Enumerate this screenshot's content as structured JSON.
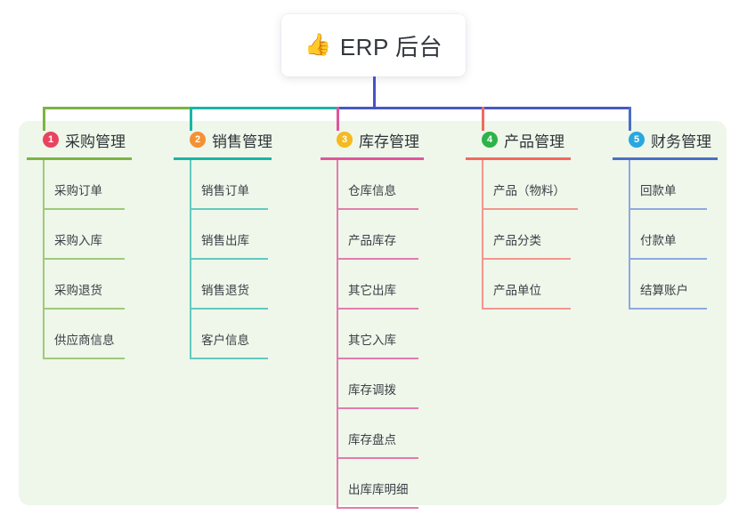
{
  "title": {
    "icon": "thumbs-up-icon",
    "icon_glyph": "👍",
    "text": "ERP 后台"
  },
  "colors": {
    "panel_bg": "#eef7ea",
    "page_bg": "#ffffff",
    "stem_indigo": "#4a52c4",
    "bus_green": "#7cb442",
    "bus_teal": "#19b6a4",
    "bus_blue": "#4a58c0",
    "badge_1": "#e8445f",
    "badge_2": "#f59133",
    "badge_3": "#f5b921",
    "badge_4": "#2eb34a",
    "badge_5": "#29a7e0",
    "rule_1": "#7cb442",
    "rule_2": "#19b6a4",
    "rule_3": "#e0559c",
    "rule_4": "#f3695e",
    "rule_5": "#4a6fc4"
  },
  "columns": [
    {
      "number": "1",
      "label": "采购管理",
      "badge_color": "#e8445f",
      "rule_color": "#7cb442",
      "leaf_color": "#9ec97a",
      "items": [
        {
          "label": "采购订单"
        },
        {
          "label": "采购入库"
        },
        {
          "label": "采购退货"
        },
        {
          "label": "供应商信息"
        }
      ]
    },
    {
      "number": "2",
      "label": "销售管理",
      "badge_color": "#f59133",
      "rule_color": "#19b6a4",
      "leaf_color": "#63c9bf",
      "items": [
        {
          "label": "销售订单"
        },
        {
          "label": "销售出库"
        },
        {
          "label": "销售退货"
        },
        {
          "label": "客户信息"
        }
      ]
    },
    {
      "number": "3",
      "label": "库存管理",
      "badge_color": "#f5b921",
      "rule_color": "#e0559c",
      "leaf_color": "#e57bae",
      "items": [
        {
          "label": "仓库信息"
        },
        {
          "label": "产品库存"
        },
        {
          "label": "其它出库"
        },
        {
          "label": "其它入库"
        },
        {
          "label": "库存调拨"
        },
        {
          "label": "库存盘点"
        },
        {
          "label": "出库库明细"
        }
      ]
    },
    {
      "number": "4",
      "label": "产品管理",
      "badge_color": "#2eb34a",
      "rule_color": "#f3695e",
      "leaf_color": "#f3968e",
      "items": [
        {
          "label": "产品（物料）"
        },
        {
          "label": "产品分类"
        },
        {
          "label": "产品单位"
        }
      ]
    },
    {
      "number": "5",
      "label": "财务管理",
      "badge_color": "#29a7e0",
      "rule_color": "#4a6fc4",
      "leaf_color": "#8fa8df",
      "items": [
        {
          "label": "回款单"
        },
        {
          "label": "付款单"
        },
        {
          "label": "结算账户"
        }
      ]
    }
  ]
}
